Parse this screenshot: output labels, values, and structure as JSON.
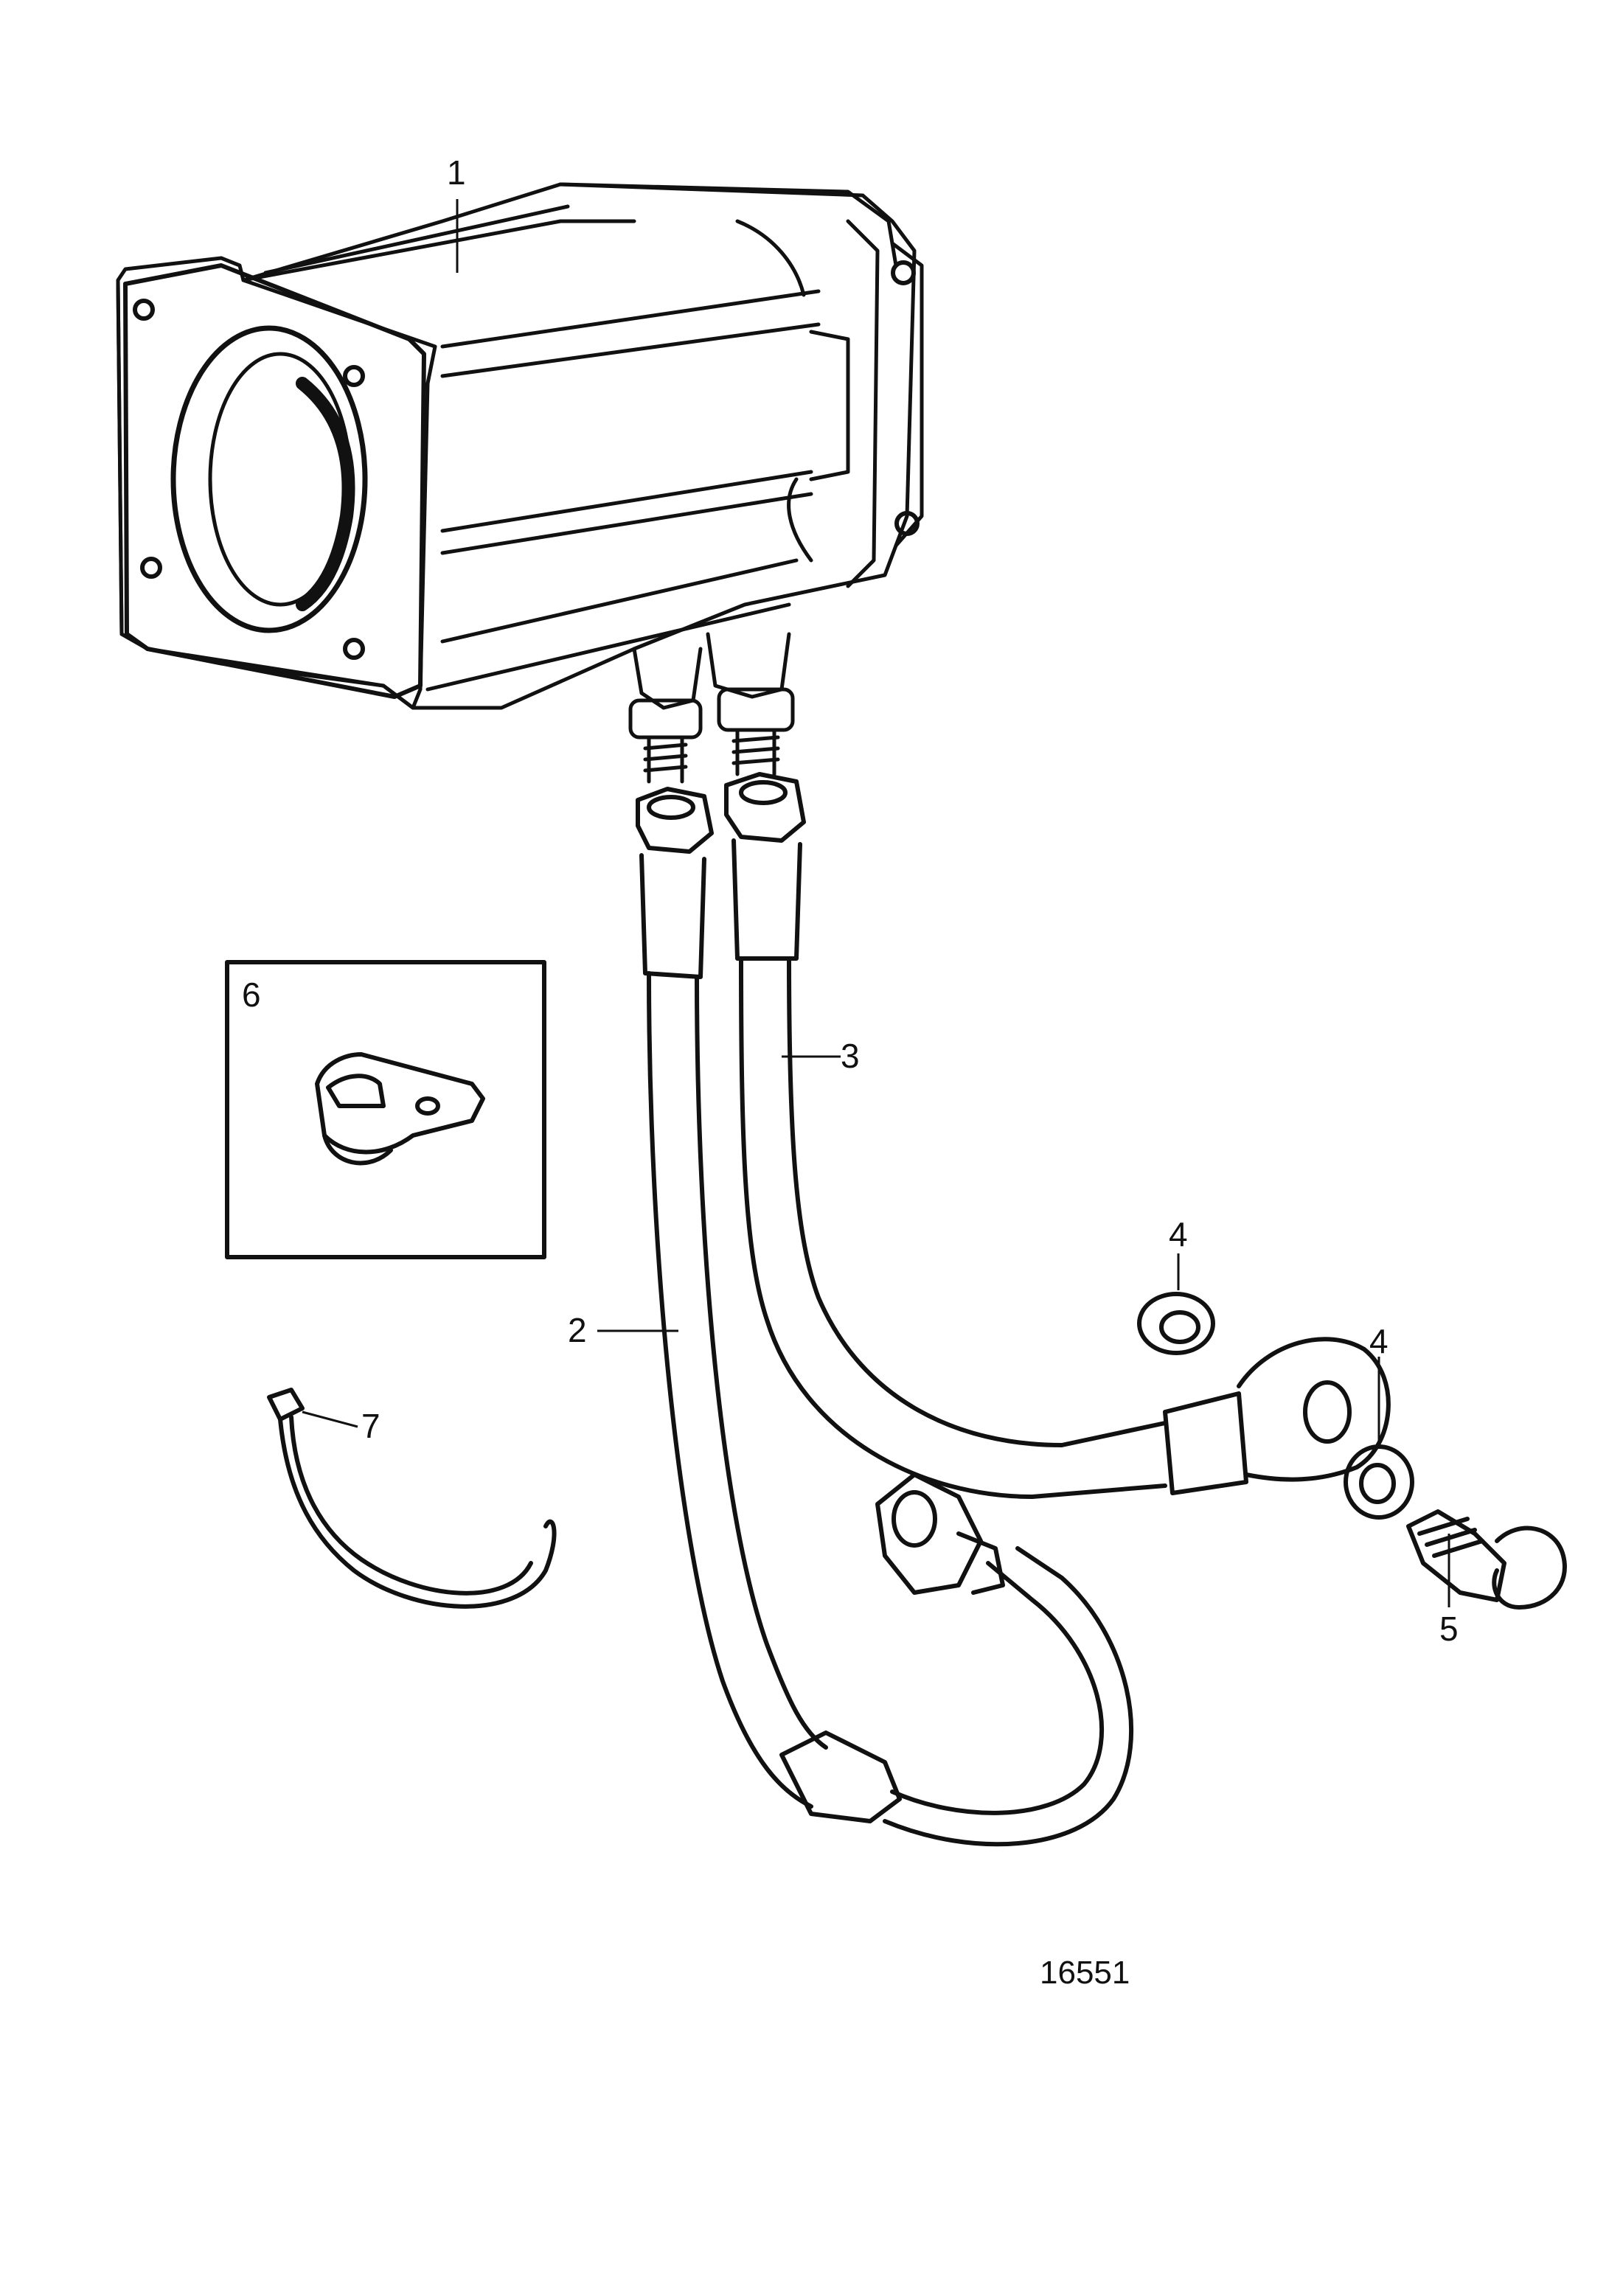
{
  "callouts": {
    "c1": "1",
    "c2": "2",
    "c3": "3",
    "c4a": "4",
    "c4b": "4",
    "c5": "5",
    "c6": "6",
    "c7": "7"
  },
  "figure_number": "16551",
  "colors": {
    "ink": "#111111",
    "paper": "#ffffff"
  }
}
